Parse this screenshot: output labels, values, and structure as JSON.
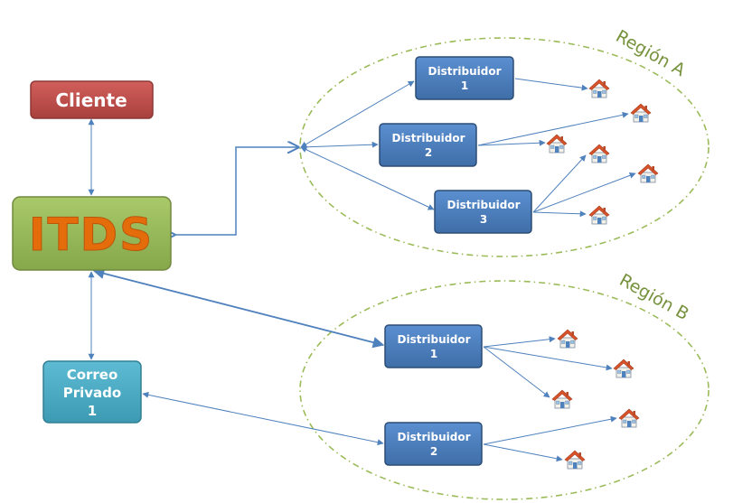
{
  "colors": {
    "cliente_fill": "#c0504d",
    "itds_fill": "#9bbb59",
    "itds_text": "#e46c0a",
    "correo_fill": "#4bacc6",
    "distribuidor_fill": "#4f81bd",
    "connector": "#4f81bd",
    "region_border": "#9bbb59",
    "region_label": "#76923c"
  },
  "nodes": {
    "cliente": {
      "label": "Cliente"
    },
    "itds": {
      "label": "ITDS"
    },
    "correo": {
      "line1": "Correo",
      "line2": "Privado",
      "line3": "1"
    }
  },
  "regions": [
    {
      "label": "Región A",
      "distribuidores": [
        {
          "line1": "Distribuidor",
          "line2": "1",
          "houses": 1
        },
        {
          "line1": "Distribuidor",
          "line2": "2",
          "houses": 2
        },
        {
          "line1": "Distribuidor",
          "line2": "3",
          "houses": 3
        }
      ]
    },
    {
      "label": "Región B",
      "distribuidores": [
        {
          "line1": "Distribuidor",
          "line2": "1",
          "houses": 3
        },
        {
          "line1": "Distribuidor",
          "line2": "2",
          "houses": 2
        }
      ]
    }
  ],
  "icons": {
    "house": "house-icon"
  }
}
